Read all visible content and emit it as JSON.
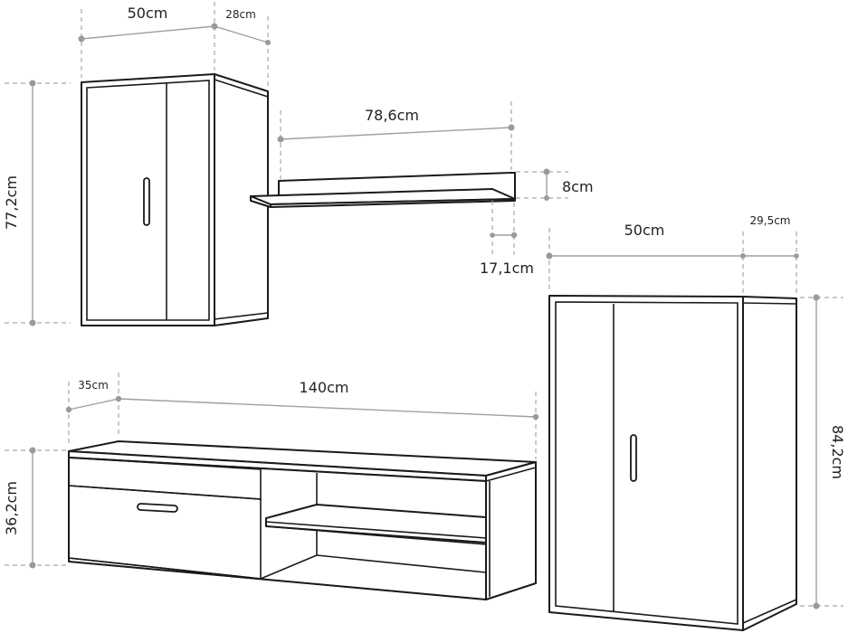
{
  "diagram": {
    "title": "Furniture set dimension drawing",
    "line_color": "#1a1a1a",
    "dimension_color": "#a0a0a0",
    "pieces": [
      {
        "name": "Wall cabinet",
        "dimensions": {
          "width": "50cm",
          "depth": "28cm",
          "height": "77,2cm"
        }
      },
      {
        "name": "Wall shelf",
        "dimensions": {
          "width": "78,6cm",
          "height": "8cm",
          "depth": "17,1cm"
        }
      },
      {
        "name": "TV unit",
        "dimensions": {
          "width": "140cm",
          "depth": "35cm",
          "height": "36,2cm"
        }
      },
      {
        "name": "Tall cabinet",
        "dimensions": {
          "width": "50cm",
          "depth": "29,5cm",
          "height": "84,2cm"
        }
      }
    ]
  }
}
